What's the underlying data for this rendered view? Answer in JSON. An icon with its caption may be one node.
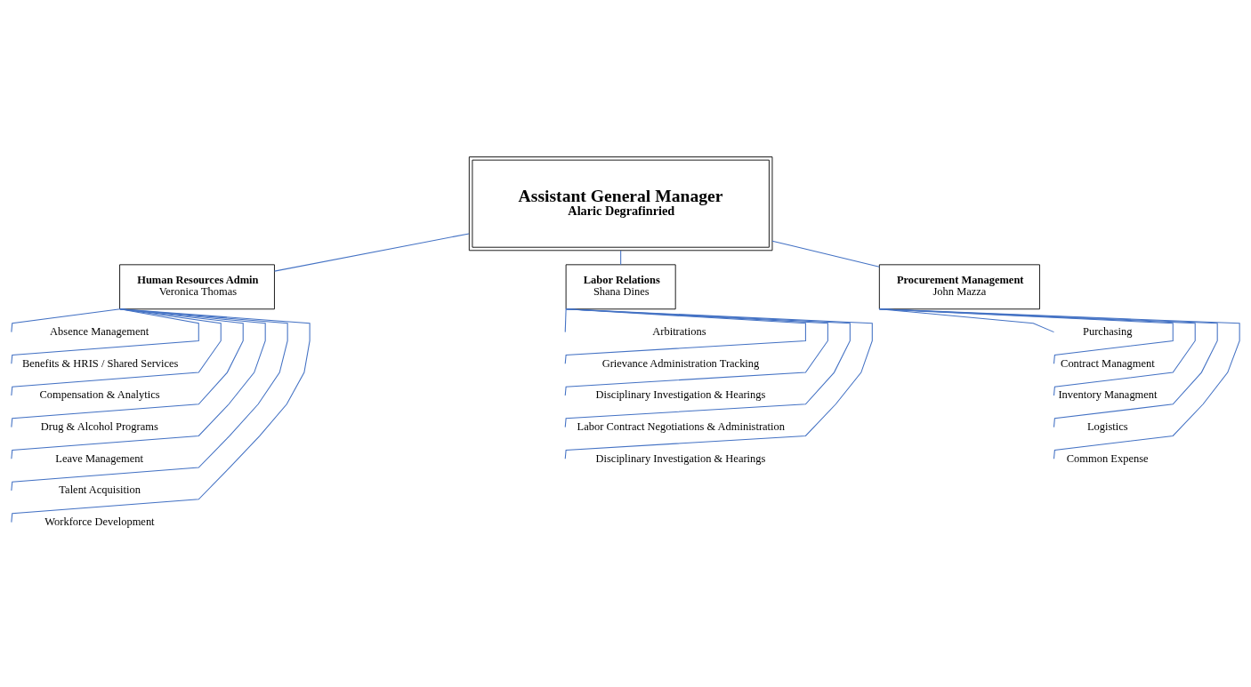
{
  "diagram": {
    "nodes": [
      {
        "text": [
          "Assistant General Manager",
          "Alaric Degrafinried"
        ]
      },
      {
        "text": [
          "Human Resources Admin",
          "Veronica Thomas"
        ]
      },
      {
        "text": [
          "Labor Relations",
          "Shana Dines"
        ]
      },
      {
        "text": [
          "Procurement Management",
          "John Mazza"
        ]
      },
      {
        "text": [
          "Absence Management"
        ]
      },
      {
        "text": [
          "Benefits & HRIS / Shared Services"
        ]
      },
      {
        "text": [
          "Compensation & Analytics"
        ]
      },
      {
        "text": [
          "Drug & Alcohol Programs"
        ]
      },
      {
        "text": [
          "Leave Management"
        ]
      },
      {
        "text": [
          "Talent Acquisition"
        ]
      },
      {
        "text": [
          "Workforce Development"
        ]
      },
      {
        "text": [
          "Arbitrations"
        ]
      },
      {
        "text": [
          "Grievance Administration Tracking"
        ]
      },
      {
        "text": [
          "Disciplinary Investigation & Hearings"
        ]
      },
      {
        "text": [
          "Labor Contract Negotiations & Administration"
        ]
      },
      {
        "text": [
          "Disciplinary Investigation & Hearings"
        ]
      },
      {
        "text": [
          "Purchasing"
        ]
      },
      {
        "text": [
          "Contract Managment"
        ]
      },
      {
        "text": [
          "Inventory Managment"
        ]
      },
      {
        "text": [
          "Logistics"
        ]
      },
      {
        "text": [
          "Common Expense"
        ]
      }
    ],
    "edges": [
      {
        "from": 0,
        "to": 1,
        "arrow": "none"
      },
      {
        "from": 0,
        "to": 2,
        "arrow": "none"
      },
      {
        "from": 0,
        "to": 3,
        "arrow": "none"
      },
      {
        "from": 1,
        "to": 4,
        "arrow": "none"
      },
      {
        "from": 1,
        "to": 5,
        "arrow": "none"
      },
      {
        "from": 1,
        "to": 6,
        "arrow": "none"
      },
      {
        "from": 1,
        "to": 7,
        "arrow": "none"
      },
      {
        "from": 1,
        "to": 8,
        "arrow": "none"
      },
      {
        "from": 1,
        "to": 9,
        "arrow": "none"
      },
      {
        "from": 1,
        "to": 10,
        "arrow": "none"
      },
      {
        "from": 2,
        "to": 11,
        "arrow": "none"
      },
      {
        "from": 2,
        "to": 12,
        "arrow": "none"
      },
      {
        "from": 2,
        "to": 13,
        "arrow": "none"
      },
      {
        "from": 2,
        "to": 14,
        "arrow": "none"
      },
      {
        "from": 2,
        "to": 15,
        "arrow": "none"
      },
      {
        "from": 3,
        "to": 16,
        "arrow": "none"
      },
      {
        "from": 3,
        "to": 17,
        "arrow": "none"
      },
      {
        "from": 3,
        "to": 18,
        "arrow": "none"
      },
      {
        "from": 3,
        "to": 19,
        "arrow": "none"
      },
      {
        "from": 3,
        "to": 20,
        "arrow": "none"
      }
    ]
  }
}
